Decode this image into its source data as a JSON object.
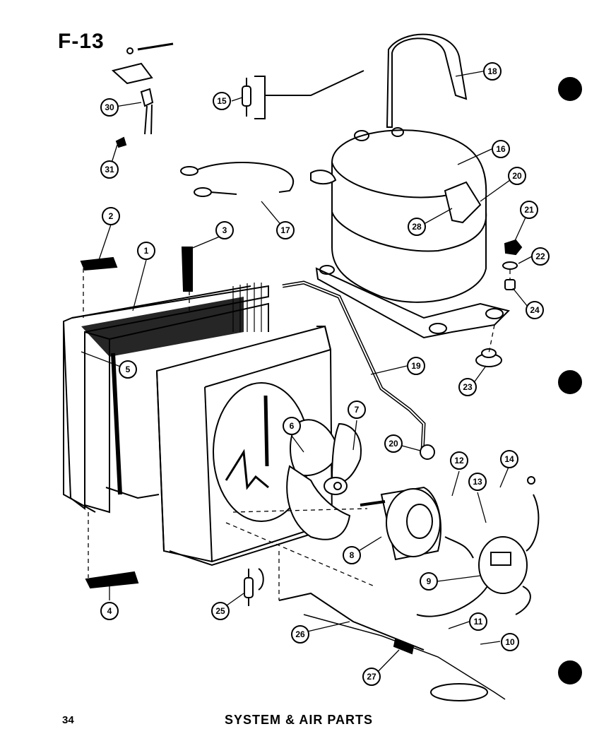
{
  "figure": {
    "label": "F-13",
    "page_number": "34",
    "title": "SYSTEM & AIR PARTS"
  },
  "callouts": [
    {
      "id": "c1",
      "text": "1"
    },
    {
      "id": "c2",
      "text": "2"
    },
    {
      "id": "c3",
      "text": "3"
    },
    {
      "id": "c4",
      "text": "4"
    },
    {
      "id": "c5",
      "text": "5"
    },
    {
      "id": "c6",
      "text": "6"
    },
    {
      "id": "c7",
      "text": "7"
    },
    {
      "id": "c8",
      "text": "8"
    },
    {
      "id": "c9",
      "text": "9"
    },
    {
      "id": "c10",
      "text": "10"
    },
    {
      "id": "c11",
      "text": "11"
    },
    {
      "id": "c12",
      "text": "12"
    },
    {
      "id": "c13",
      "text": "13"
    },
    {
      "id": "c14",
      "text": "14"
    },
    {
      "id": "c15",
      "text": "15"
    },
    {
      "id": "c16",
      "text": "16"
    },
    {
      "id": "c17",
      "text": "17"
    },
    {
      "id": "c18",
      "text": "18"
    },
    {
      "id": "c19",
      "text": "19"
    },
    {
      "id": "c20a",
      "text": "20"
    },
    {
      "id": "c20b",
      "text": "20"
    },
    {
      "id": "c21",
      "text": "21"
    },
    {
      "id": "c22",
      "text": "22"
    },
    {
      "id": "c23",
      "text": "23"
    },
    {
      "id": "c24",
      "text": "24"
    },
    {
      "id": "c25",
      "text": "25"
    },
    {
      "id": "c26",
      "text": "26"
    },
    {
      "id": "c27",
      "text": "27"
    },
    {
      "id": "c28",
      "text": "28"
    },
    {
      "id": "c30",
      "text": "30"
    },
    {
      "id": "c31",
      "text": "31"
    }
  ],
  "colors": {
    "ink": "#000000",
    "paper": "#ffffff"
  }
}
